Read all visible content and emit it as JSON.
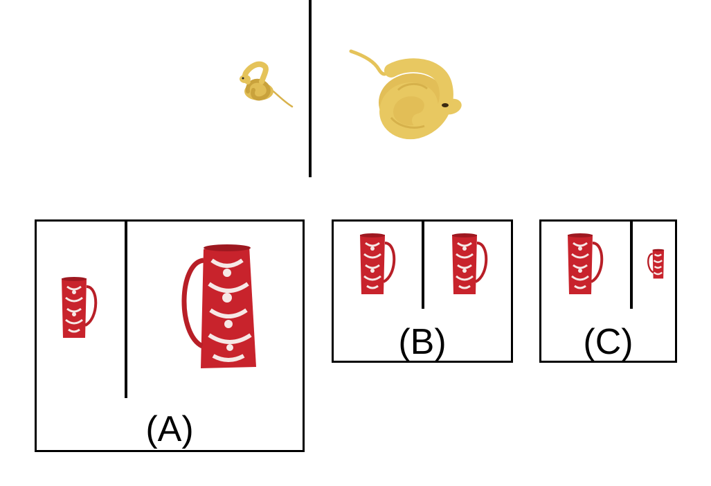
{
  "options": [
    {
      "label": "(A)"
    },
    {
      "label": "(B)"
    },
    {
      "label": "(C)"
    }
  ],
  "colors": {
    "snake_body": "#e5c35a",
    "snake_shadow": "#c9a23c",
    "mug_red": "#c8232c",
    "mug_dark": "#9e1820",
    "pattern": "#f6e8e6",
    "line": "#000000"
  },
  "icons": {
    "reference_left": "small-snake-icon",
    "reference_right": "large-snake-icon",
    "mug": "red-patterned-mug-icon"
  }
}
